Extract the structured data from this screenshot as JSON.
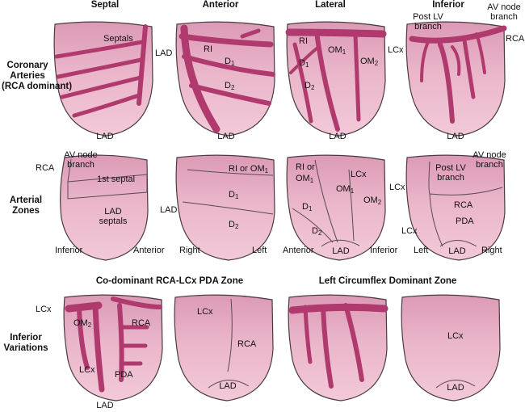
{
  "columns": {
    "septal": "Septal",
    "anterior": "Anterior",
    "lateral": "Lateral",
    "inferior": "Inferior"
  },
  "rows": {
    "coronary": [
      "Coronary",
      "Arteries",
      "(RCA dominant)"
    ],
    "zones": [
      "Arterial",
      "Zones"
    ],
    "variations": [
      "Inferior",
      "Variations"
    ]
  },
  "subheaders": {
    "codominant": "Co-dominant RCA-LCx PDA Zone",
    "lcx_dominant": "Left Circumflex Dominant Zone"
  },
  "row1": {
    "septal": {
      "septals": "Septals",
      "lad_right": "LAD",
      "lad_bottom": "LAD"
    },
    "anterior": {
      "ri": "RI",
      "d1": "D",
      "d1_sub": "1",
      "d2": "D",
      "d2_sub": "2",
      "lad_bottom": "LAD"
    },
    "lateral": {
      "ri": "RI",
      "d1": "D",
      "d1_sub": "1",
      "d2": "D",
      "d2_sub": "2",
      "om1": "OM",
      "om1_sub": "1",
      "om2": "OM",
      "om2_sub": "2",
      "lcx": "LCx",
      "lad_bottom": "LAD"
    },
    "inferior": {
      "post_lv": [
        "Post LV",
        "branch"
      ],
      "av_node": [
        "AV node",
        "branch"
      ],
      "rca": "RCA",
      "lad_bottom": "LAD"
    }
  },
  "row2": {
    "septal": {
      "rca": "RCA",
      "av_node": [
        "AV node",
        "branch"
      ],
      "first_septal": "1st septal",
      "lad_septals": [
        "LAD",
        "septals"
      ],
      "inferior": "Inferior",
      "anterior": "Anterior",
      "lad_right": "LAD"
    },
    "anterior": {
      "ri_om": "RI or OM",
      "ri_om_sub": "1",
      "d1": "D",
      "d1_sub": "1",
      "d2": "D",
      "d2_sub": "2",
      "right": "Right",
      "left": "Left"
    },
    "lateral": {
      "ri_or": "RI or",
      "om1": "OM",
      "om1_sub": "1",
      "lcx": "LCx",
      "om1b": "OM",
      "om1b_sub": "1",
      "om2": "OM",
      "om2_sub": "2",
      "d1": "D",
      "d1_sub": "1",
      "d2": "D",
      "d2_sub": "2",
      "lad": "LAD",
      "anterior": "Anterior",
      "inferior": "Inferior",
      "lcx_right": "LCx"
    },
    "inferior": {
      "post_lv": [
        "Post LV",
        "branch"
      ],
      "av_node": [
        "AV node",
        "branch"
      ],
      "rca": "RCA",
      "pda": "PDA",
      "lad": "LAD",
      "lcx_left": "LCx",
      "left": "Left",
      "right": "Right"
    }
  },
  "row3": {
    "h1": {
      "lcx_left": "LCx",
      "om2": "OM",
      "om2_sub": "2",
      "rca": "RCA",
      "lcx": "LCx",
      "pda": "PDA",
      "lad_bottom": "LAD"
    },
    "h2": {
      "lcx": "LCx",
      "rca": "RCA",
      "lad": "LAD"
    },
    "h4": {
      "lcx": "LCx",
      "lad": "LAD"
    }
  },
  "colors": {
    "heart_fill": "#e8aec4",
    "heart_stroke": "#4a3a42",
    "artery": "#b03a6e",
    "line": "#5a4a52"
  }
}
